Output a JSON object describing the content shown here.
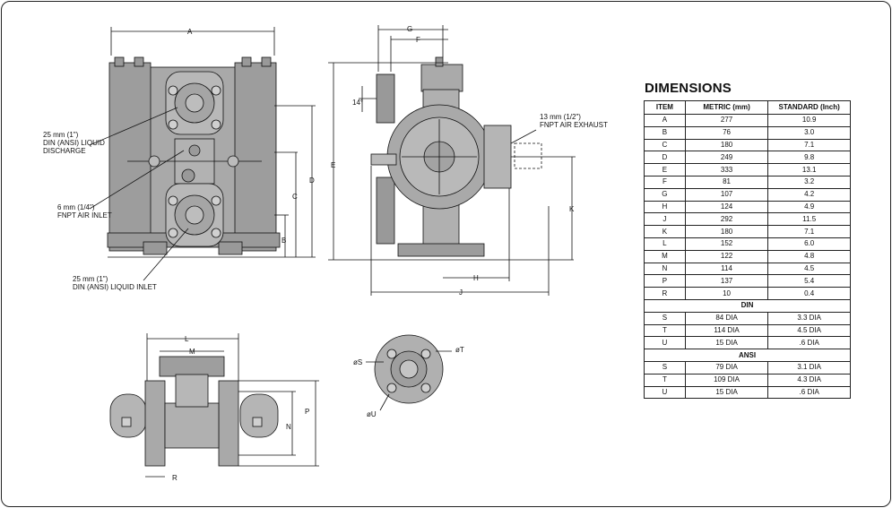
{
  "title": "DIMENSIONS",
  "table": {
    "headers": [
      "ITEM",
      "METRIC (mm)",
      "STANDARD (Inch)"
    ],
    "rows": [
      [
        "A",
        "277",
        "10.9"
      ],
      [
        "B",
        "76",
        "3.0"
      ],
      [
        "C",
        "180",
        "7.1"
      ],
      [
        "D",
        "249",
        "9.8"
      ],
      [
        "E",
        "333",
        "13.1"
      ],
      [
        "F",
        "81",
        "3.2"
      ],
      [
        "G",
        "107",
        "4.2"
      ],
      [
        "H",
        "124",
        "4.9"
      ],
      [
        "J",
        "292",
        "11.5"
      ],
      [
        "K",
        "180",
        "7.1"
      ],
      [
        "L",
        "152",
        "6.0"
      ],
      [
        "M",
        "122",
        "4.8"
      ],
      [
        "N",
        "114",
        "4.5"
      ],
      [
        "P",
        "137",
        "5.4"
      ],
      [
        "R",
        "10",
        "0.4"
      ]
    ],
    "sections": [
      {
        "title": "DIN",
        "rows": [
          [
            "S",
            "84 DIA",
            "3.3 DIA"
          ],
          [
            "T",
            "114 DIA",
            "4.5 DIA"
          ],
          [
            "U",
            "15 DIA",
            ".6 DIA"
          ]
        ]
      },
      {
        "title": "ANSI",
        "rows": [
          [
            "S",
            "79 DIA",
            "3.1 DIA"
          ],
          [
            "T",
            "109 DIA",
            "4.3 DIA"
          ],
          [
            "U",
            "15 DIA",
            ".6 DIA"
          ]
        ]
      }
    ]
  },
  "callouts": {
    "discharge": [
      "25 mm (1\")",
      "DIN (ANSI) LIQUID",
      "DISCHARGE"
    ],
    "air_inlet": [
      "6 mm (1/4\")",
      "FNPT AIR INLET"
    ],
    "liquid_inlet": [
      "25 mm (1\")",
      "DIN (ANSI) LIQUID INLET"
    ],
    "air_exhaust": [
      "13 mm (1/2\")",
      "FNPT AIR EXHAUST"
    ],
    "angle": "14°"
  },
  "dim_letters": {
    "A": "A",
    "B": "B",
    "C": "C",
    "D": "D",
    "E": "E",
    "F": "F",
    "G": "G",
    "H": "H",
    "J": "J",
    "K": "K",
    "L": "L",
    "M": "M",
    "N": "N",
    "P": "P",
    "R": "R",
    "S": "øS",
    "T": "øT",
    "U": "øU"
  },
  "colors": {
    "body_fill": "#a9a9a9",
    "body_dark": "#8a8a8a",
    "line": "#111111"
  }
}
